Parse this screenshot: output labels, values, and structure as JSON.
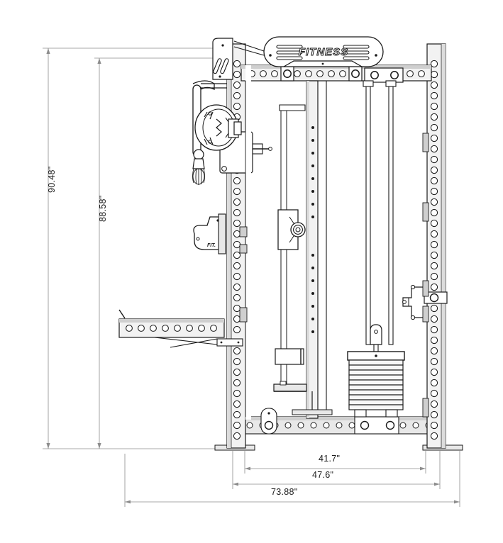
{
  "drawing": {
    "type": "technical-line-drawing",
    "subject": "Fitness power rack with functional trainer and weight stack",
    "brand_text": "FITNESS",
    "jhook_text": "FIT",
    "background_color": "#ffffff",
    "line_color": "#1a1a1a",
    "dimension_line_color": "#8c8c8c",
    "fill_light": "#e8e8e8",
    "fill_mid": "#cfcfcf"
  },
  "dimensions": {
    "vertical": [
      {
        "id": "overall-height",
        "label": "90.48\"",
        "value": 90.48,
        "unit": "inch"
      },
      {
        "id": "upright-height",
        "label": "88.58\"",
        "value": 88.58,
        "unit": "inch"
      }
    ],
    "horizontal": [
      {
        "id": "inner-width",
        "label": "41.7\"",
        "value": 41.7,
        "unit": "inch"
      },
      {
        "id": "mid-width",
        "label": "47.6\"",
        "value": 47.6,
        "unit": "inch"
      },
      {
        "id": "overall-width",
        "label": "73.88\"",
        "value": 73.88,
        "unit": "inch"
      }
    ]
  },
  "components": {
    "left_upright": "left-upright-column",
    "right_upright": "right-upright-column",
    "top_crossbeam": "top-crossbeam",
    "bottom_crossbeam": "bottom-crossbeam",
    "pull_up_assembly": "pull-up-bar-assembly",
    "cable_pulley": "rotating-pulley-handle",
    "weight_stack": "weight-stack",
    "weight_stack_plates": 12,
    "guide_rods": 2,
    "j_hook": "j-hook-bracket",
    "bench_bar": "horizontal-bench-bar",
    "band_peg": "band-peg-bracket",
    "carriage": "sliding-pulley-carriage",
    "base_feet": 2
  }
}
